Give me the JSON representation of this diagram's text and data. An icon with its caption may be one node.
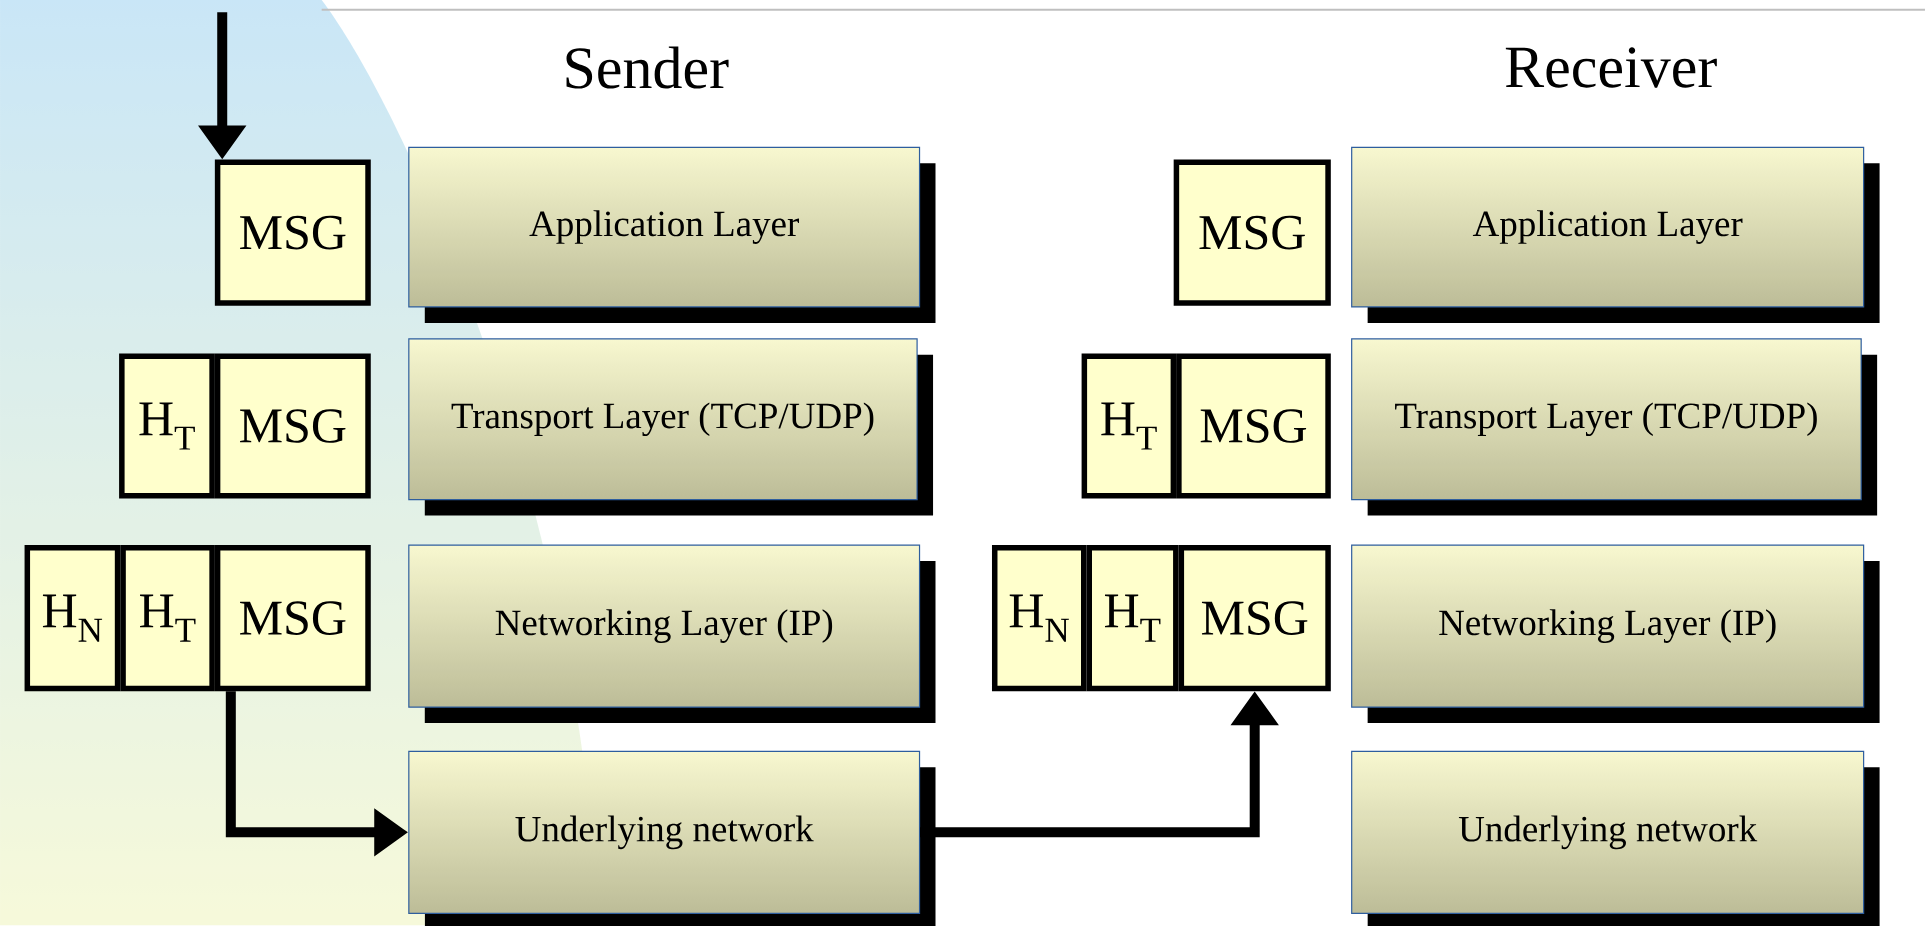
{
  "diagram": {
    "nodes": [
      {
        "text": [
          "MSG"
        ]
      },
      {
        "text": [
          "Application Layer"
        ]
      },
      {
        "text": [
          "MSG"
        ]
      },
      {
        "text": [
          "Application Layer"
        ]
      },
      {
        "text": [
          "H$_{T}$"
        ]
      },
      {
        "text": [
          "MSG"
        ]
      },
      {
        "text": [
          "Transport Layer (TCP/UDP)"
        ]
      },
      {
        "text": [
          "H$_{T}$"
        ]
      },
      {
        "text": [
          "MSG"
        ]
      },
      {
        "text": [
          "Transport Layer (TCP/UDP)"
        ]
      },
      {
        "text": [
          "H$_{N}$"
        ]
      },
      {
        "text": [
          "H$_{T}$"
        ]
      },
      {
        "text": [
          "MSG"
        ]
      },
      {
        "text": [
          "Networking Layer (IP)"
        ]
      },
      {
        "text": [
          "H$_{N}$"
        ]
      },
      {
        "text": [
          "H$_{T}$"
        ]
      },
      {
        "text": [
          "MSG"
        ]
      },
      {
        "text": [
          "Networking Layer (IP)"
        ]
      },
      {
        "text": [
          "Underlying network"
        ]
      },
      {
        "text": [
          "Underlying network"
        ]
      }
    ],
    "edges": [
      {
        "from": null,
        "to": 0,
        "arrow": "to"
      },
      {
        "from": 12,
        "to": 18,
        "arrow": "to"
      },
      {
        "from": 18,
        "to": 16,
        "arrow": "to"
      }
    ],
    "labels": [
      "Sender",
      "Receiver"
    ]
  }
}
